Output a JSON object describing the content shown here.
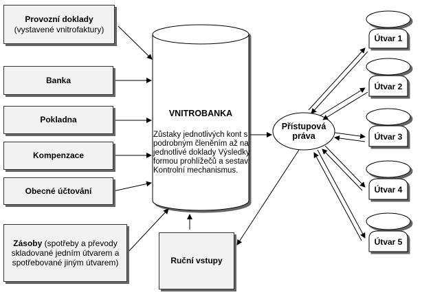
{
  "sources": {
    "provozni": {
      "title": "Provozní doklady",
      "subtitle": "(vystavené vnitrofaktury)"
    },
    "banka": "Banka",
    "pokladna": "Pokladna",
    "kompenzace": "Kompenzace",
    "obecne": "Obecné účtování",
    "zasoby": {
      "title": "Zásoby",
      "rest": " (spotřeby a převody skladované jedním útvarem a spotřebované jiným útvarem)"
    },
    "rucni": "Ruční vstupy"
  },
  "vnitrobanka": {
    "title": "VNITROBANKA",
    "description": "Zůstaky jednotlivých kont s podrobným členěním až na jednotlivé doklady Výsledky formou prohlížečů a sestav. Kontrolní mechanismus."
  },
  "access": {
    "line1": "Přístupová",
    "line2": "práva"
  },
  "units": [
    "Útvar 1",
    "Útvar 2",
    "Útvar 3",
    "Útvar 4",
    "Útvar 5"
  ],
  "colors": {
    "line": "#000000",
    "box_fill": "#f2f2f2",
    "box_border": "#333333",
    "shadow": "#666666"
  }
}
